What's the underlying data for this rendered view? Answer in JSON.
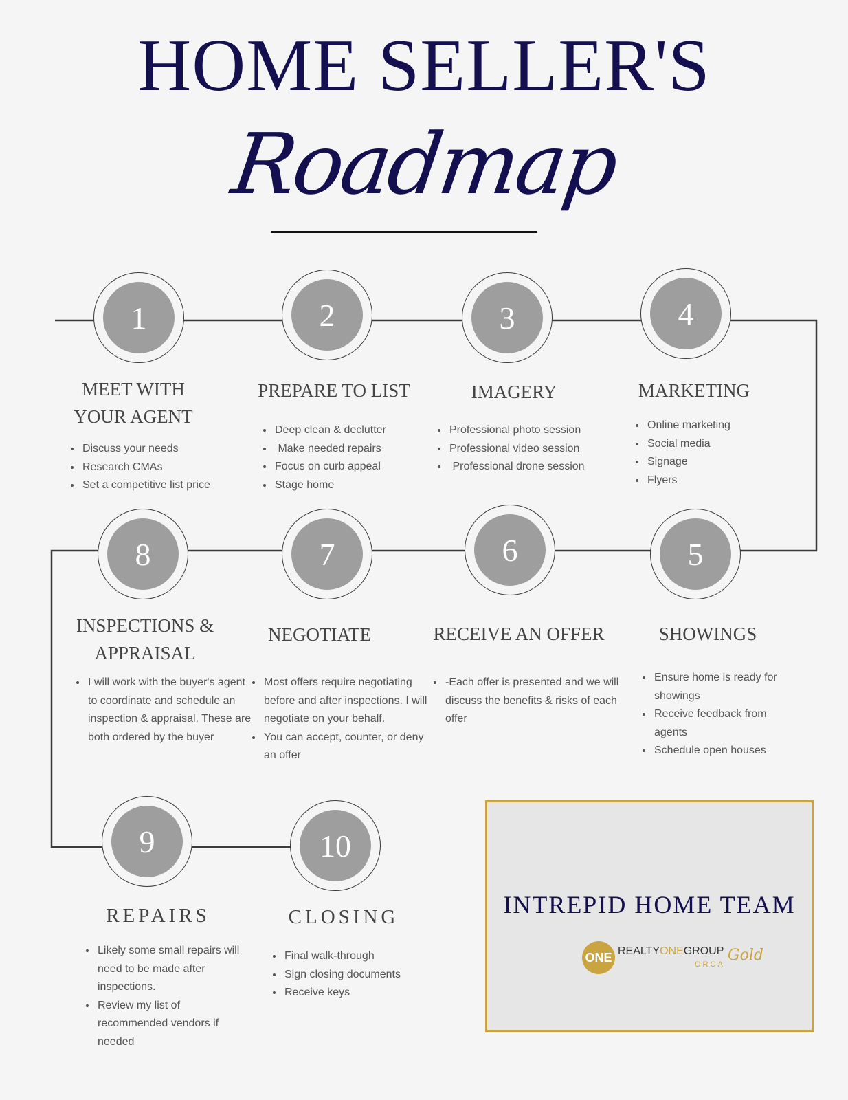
{
  "header": {
    "title": "HOME SELLER'S",
    "script_title": "Roadmap"
  },
  "steps": [
    {
      "number": "1",
      "heading_lines": [
        "MEET WITH",
        "YOUR AGENT"
      ],
      "bullets": [
        "Discuss your needs",
        "Research CMAs",
        "Set a competitive list price"
      ]
    },
    {
      "number": "2",
      "heading_lines": [
        "PREPARE TO LIST"
      ],
      "bullets": [
        "Deep clean & declutter",
        " Make needed repairs",
        "Focus on curb appeal",
        "Stage home"
      ]
    },
    {
      "number": "3",
      "heading_lines": [
        "IMAGERY"
      ],
      "bullets": [
        "Professional photo session",
        "Professional video session",
        " Professional drone session"
      ]
    },
    {
      "number": "4",
      "heading_lines": [
        "MARKETING"
      ],
      "bullets": [
        "Online marketing",
        "Social media",
        "Signage",
        "Flyers"
      ]
    },
    {
      "number": "5",
      "heading_lines": [
        "SHOWINGS"
      ],
      "bullets": [
        "Ensure home is ready for showings",
        "Receive feedback from agents",
        "Schedule open houses"
      ]
    },
    {
      "number": "6",
      "heading_lines": [
        "RECEIVE AN OFFER"
      ],
      "bullets": [
        "-Each offer is presented and we will discuss the benefits & risks of each offer"
      ]
    },
    {
      "number": "7",
      "heading_lines": [
        "NEGOTIATE"
      ],
      "bullets": [
        "Most offers require negotiating before and after inspections. I will negotiate on your behalf.",
        "You can accept, counter, or deny an offer"
      ]
    },
    {
      "number": "8",
      "heading_lines": [
        "INSPECTIONS &",
        "APPRAISAL"
      ],
      "bullets": [
        "I will work with the buyer's agent to coordinate and schedule an inspection & appraisal. These are both ordered by the buyer"
      ]
    },
    {
      "number": "9",
      "heading_lines": [
        "REPAIRS"
      ],
      "bullets": [
        "Likely some small repairs will need to be made after inspections.",
        "Review my list of recommended vendors if needed"
      ]
    },
    {
      "number": "10",
      "heading_lines": [
        "CLOSING"
      ],
      "bullets": [
        "Final walk-through",
        "Sign closing documents",
        "Receive keys"
      ]
    }
  ],
  "team_card": {
    "name": "INTREPID HOME TEAM",
    "logo_badge": "ONE",
    "logo_brand_part1": "REALTY",
    "logo_brand_part2": "ONE",
    "logo_brand_part3": "GROUP",
    "logo_sub": "ORCA",
    "logo_gold": "Gold"
  },
  "colors": {
    "navy": "#14104f",
    "gold": "#c9a440",
    "disc_gray": "#9e9e9e",
    "background": "#f5f5f5"
  }
}
